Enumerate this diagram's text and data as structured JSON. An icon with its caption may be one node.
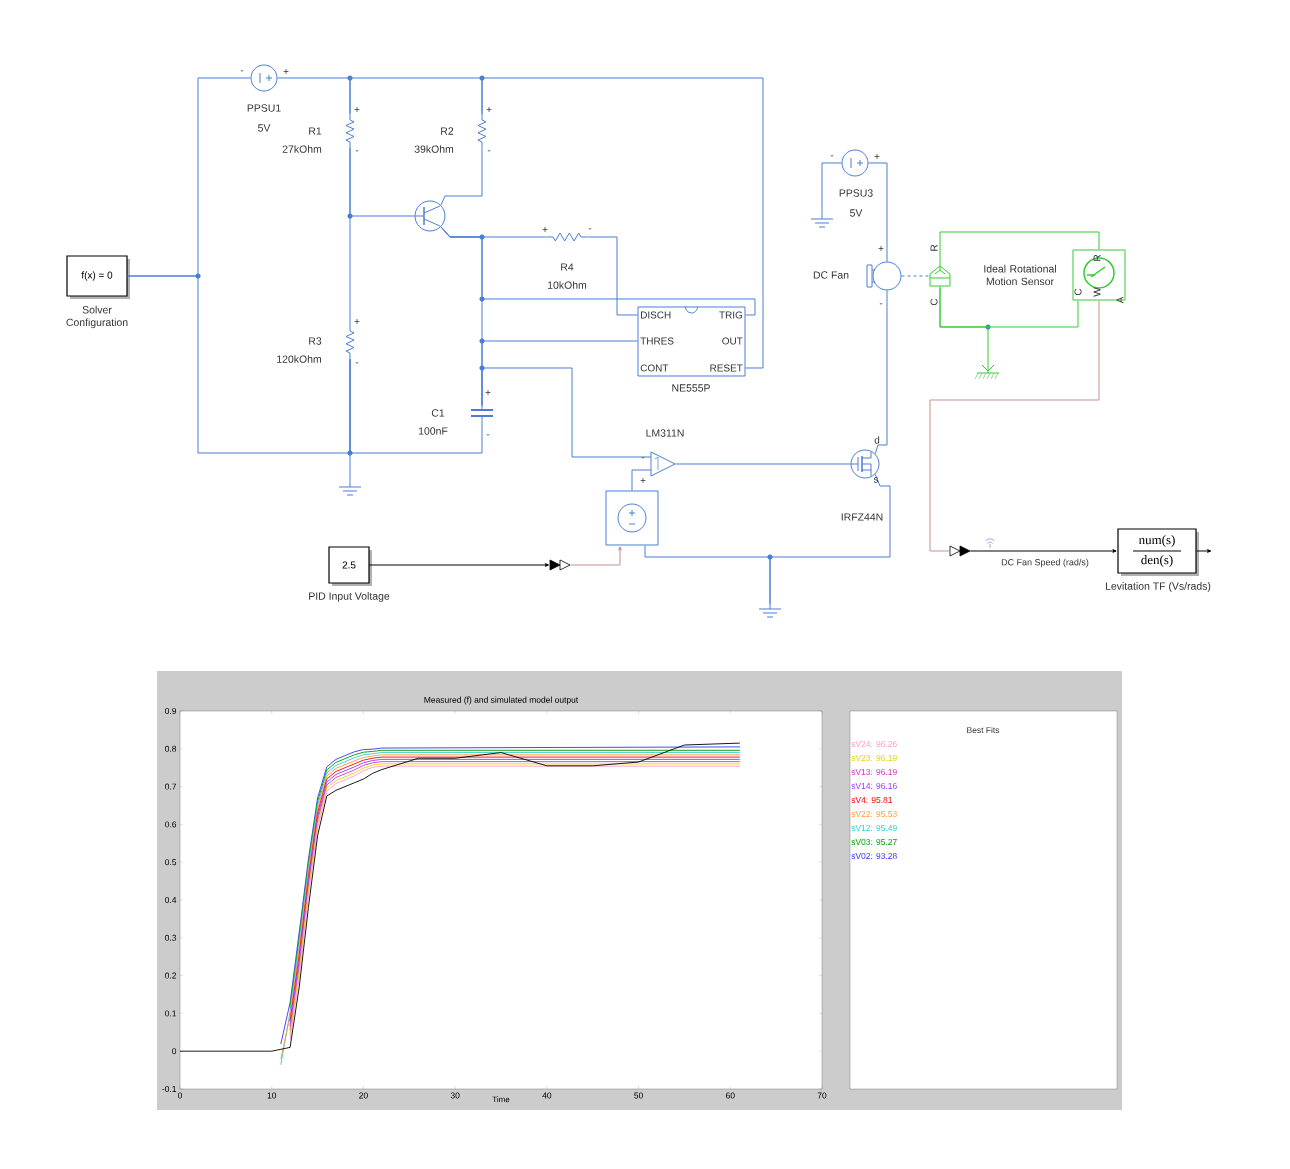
{
  "diagram": {
    "nodes": [
      {
        "text": [
          "f(x) = 0"
        ],
        "beside": [
          "Solver Configuration"
        ]
      },
      {
        "text": [],
        "shape": "circle",
        "beside": [
          "PPSU1",
          "5V"
        ]
      },
      {
        "text": [],
        "shape": "resistor",
        "beside": [
          "R1",
          "27kOhm"
        ]
      },
      {
        "text": [],
        "shape": "resistor",
        "beside": [
          "R2",
          "39kOhm"
        ]
      },
      {
        "text": [],
        "shape": "transistor"
      },
      {
        "text": [],
        "shape": "resistor",
        "beside": [
          "R4",
          "10kOhm"
        ]
      },
      {
        "text": [],
        "shape": "resistor",
        "beside": [
          "R3",
          "120kOhm"
        ]
      },
      {
        "text": [],
        "shape": "capacitor",
        "beside": [
          "C1",
          "100nF"
        ]
      },
      {
        "text": [
          "DISCH",
          "TRIG",
          "THRES",
          "OUT",
          "CONT",
          "RESET"
        ],
        "beside": [
          "NE555P"
        ]
      },
      {
        "text": [],
        "shape": "ground"
      },
      {
        "text": [],
        "shape": "triangle",
        "beside": [
          "LM311N"
        ]
      },
      {
        "text": [],
        "shape": "box"
      },
      {
        "text": [
          "2.5"
        ],
        "beside": [
          "PID Input Voltage"
        ]
      },
      {
        "text": [],
        "shape": "ground"
      },
      {
        "text": [],
        "shape": "transistor",
        "beside": [
          "IRFZ44N"
        ]
      },
      {
        "text": [],
        "shape": "circle",
        "beside": [
          "PPSU3",
          "5V"
        ]
      },
      {
        "text": [],
        "shape": "ground"
      },
      {
        "text": [],
        "shape": "motor",
        "beside": [
          "DC Fan"
        ]
      },
      {
        "text": [],
        "shape": "box"
      },
      {
        "text": [],
        "shape": "box"
      },
      {
        "text": [],
        "shape": "ground"
      },
      {
        "text": [
          "num(s)",
          "den(s)"
        ],
        "beside": [
          "Levitation TF (Vs/rads)"
        ]
      },
      {
        "text": [],
        "shape": "converter"
      },
      {
        "text": [],
        "shape": "converter"
      }
    ],
    "edges": [
      {
        "from": 1,
        "to": 2,
        "arrow": "none"
      },
      {
        "from": 2,
        "to": 3,
        "arrow": "none"
      },
      {
        "from": 3,
        "to": 8,
        "arrow": "none"
      },
      {
        "from": 1,
        "to": 0,
        "arrow": "none"
      },
      {
        "from": 0,
        "to": 6,
        "arrow": "none"
      },
      {
        "from": 6,
        "to": 7,
        "arrow": "none"
      },
      {
        "from": 6,
        "to": 9,
        "arrow": "none"
      },
      {
        "from": 2,
        "to": 6,
        "arrow": "none"
      },
      {
        "from": 2,
        "to": 4,
        "arrow": "none"
      },
      {
        "from": 3,
        "to": 4,
        "arrow": "none"
      },
      {
        "from": 4,
        "to": 5,
        "arrow": "none"
      },
      {
        "from": 4,
        "to": 7,
        "arrow": "none"
      },
      {
        "from": 4,
        "to": 8,
        "arrow": "none"
      },
      {
        "from": 7,
        "to": 8,
        "arrow": "none"
      },
      {
        "from": 5,
        "to": 8,
        "arrow": "none"
      },
      {
        "from": 7,
        "to": 10,
        "arrow": "none"
      },
      {
        "from": 11,
        "to": 10,
        "arrow": "none"
      },
      {
        "from": 10,
        "to": 14,
        "arrow": "none"
      },
      {
        "from": 11,
        "to": 13,
        "arrow": "none"
      },
      {
        "from": 14,
        "to": 13,
        "arrow": "none"
      },
      {
        "from": 15,
        "to": 16,
        "arrow": "none"
      },
      {
        "from": 15,
        "to": 17,
        "arrow": "none"
      },
      {
        "from": 17,
        "to": 14,
        "arrow": "none"
      },
      {
        "from": 17,
        "to": 18,
        "arrow": "none",
        "style": "dashed"
      },
      {
        "from": 18,
        "to": 19,
        "arrow": "none",
        "color": "#33cc33"
      },
      {
        "from": 18,
        "to": 19,
        "arrow": "none",
        "color": "#33cc33"
      },
      {
        "from": 18,
        "to": 20,
        "arrow": "none",
        "color": "#33cc33"
      },
      {
        "from": 19,
        "to": 22,
        "arrow": "none",
        "color": "#c89090"
      },
      {
        "from": 22,
        "to": 21,
        "arrow": "to",
        "label": "DC Fan Speed (rad/s)",
        "color": "#000000"
      },
      {
        "from": 21,
        "to": null,
        "arrow": "to",
        "color": "#000000"
      },
      {
        "from": 12,
        "to": 23,
        "arrow": "to",
        "color": "#000000"
      },
      {
        "from": 23,
        "to": 11,
        "arrow": "to",
        "color": "#c89090"
      }
    ],
    "labels": [
      "-",
      "+",
      "+",
      "-",
      "+",
      "-",
      "+",
      "-",
      "-",
      "+",
      "+",
      "R",
      "Ideal Rotational Motion Sensor",
      "R",
      "C",
      "C",
      "W",
      "A",
      "-",
      "+",
      "-",
      "+",
      "-",
      "d",
      "-",
      "+",
      "s",
      "Best Fits"
    ],
    "chart_data": {
      "type": "line",
      "title": "Measured (f) and simulated model output",
      "xlabel": "Time",
      "x": [
        0,
        10,
        11,
        12,
        13,
        14,
        15,
        16,
        17,
        18,
        19,
        20,
        21,
        22,
        24,
        26,
        30,
        35,
        40,
        45,
        50,
        55,
        61
      ],
      "xlim": [
        0,
        70
      ],
      "ylim": [
        -0.1,
        0.9
      ],
      "xticks": [
        0,
        10,
        20,
        30,
        40,
        50,
        60,
        70
      ],
      "yticks": [
        -0.1,
        0,
        0.1,
        0.2,
        0.3,
        0.4,
        0.5,
        0.6,
        0.7,
        0.8,
        0.9
      ],
      "series": [
        {
          "color": "#000000",
          "values": [
            0,
            0,
            0.005,
            0.01,
            0.17,
            0.38,
            0.57,
            0.675,
            0.69,
            0.7,
            0.71,
            0.72,
            0.735,
            0.745,
            0.76,
            0.775,
            0.775,
            0.79,
            0.755,
            0.755,
            0.765,
            0.81,
            0.815
          ]
        },
        {
          "name": "sV24: 96.26",
          "color": "#ff99cc",
          "values": [
            null,
            null,
            null,
            0.032,
            0.195,
            0.412,
            0.59,
            0.688,
            0.708,
            0.718,
            0.728,
            0.742,
            0.751,
            0.754,
            null,
            null,
            null,
            null,
            null,
            null,
            null,
            null,
            0.754
          ]
        },
        {
          "name": "sV23: 96.19",
          "color": "#e6d200",
          "values": [
            null,
            null,
            null,
            0.044,
            0.21,
            0.424,
            0.6,
            0.696,
            0.716,
            0.726,
            0.736,
            0.749,
            0.757,
            0.76,
            null,
            null,
            null,
            null,
            null,
            null,
            null,
            null,
            0.76
          ]
        },
        {
          "name": "sV13: 96.19",
          "color": "#cc33cc",
          "values": [
            null,
            null,
            null,
            0.056,
            0.225,
            0.436,
            0.61,
            0.704,
            0.724,
            0.734,
            0.744,
            0.756,
            0.763,
            0.766,
            null,
            null,
            null,
            null,
            null,
            null,
            null,
            null,
            0.766
          ]
        },
        {
          "name": "sV14: 96.16",
          "color": "#9933ff",
          "values": [
            null,
            null,
            null,
            0.068,
            0.24,
            0.448,
            0.62,
            0.712,
            0.732,
            0.742,
            0.752,
            0.763,
            0.769,
            0.772,
            null,
            null,
            null,
            null,
            null,
            null,
            null,
            null,
            0.772
          ]
        },
        {
          "name": "sV4: 95.81",
          "color": "#ff0000",
          "values": [
            null,
            null,
            null,
            0.08,
            0.255,
            0.46,
            0.63,
            0.72,
            0.74,
            0.75,
            0.76,
            0.77,
            0.775,
            0.778,
            null,
            null,
            null,
            null,
            null,
            null,
            null,
            null,
            0.778
          ]
        },
        {
          "name": "sV22: 95.53",
          "color": "#ff9933",
          "values": [
            null,
            null,
            -0.02,
            0.092,
            0.27,
            0.472,
            0.64,
            0.728,
            0.748,
            0.758,
            0.768,
            0.777,
            0.781,
            0.784,
            null,
            null,
            null,
            null,
            null,
            null,
            null,
            null,
            0.784
          ]
        },
        {
          "name": "sV12: 95.49",
          "color": "#33cccc",
          "values": [
            null,
            null,
            -0.035,
            0.104,
            0.285,
            0.484,
            0.65,
            0.736,
            0.756,
            0.766,
            0.776,
            0.784,
            0.787,
            0.79,
            null,
            null,
            null,
            null,
            null,
            null,
            null,
            null,
            0.79
          ]
        },
        {
          "name": "sV03: 95.27",
          "color": "#009900",
          "values": [
            null,
            null,
            null,
            0.116,
            0.3,
            0.496,
            0.66,
            0.744,
            0.764,
            0.774,
            0.784,
            0.791,
            0.793,
            0.796,
            null,
            null,
            null,
            null,
            null,
            null,
            null,
            null,
            0.796
          ]
        },
        {
          "name": "sV02: 93.28",
          "color": "#3333ff",
          "values": [
            null,
            null,
            0.02,
            0.128,
            0.315,
            0.508,
            0.67,
            0.752,
            0.772,
            0.782,
            0.792,
            0.798,
            0.799,
            0.802,
            null,
            null,
            null,
            null,
            null,
            null,
            null,
            null,
            0.805
          ]
        }
      ]
    }
  }
}
